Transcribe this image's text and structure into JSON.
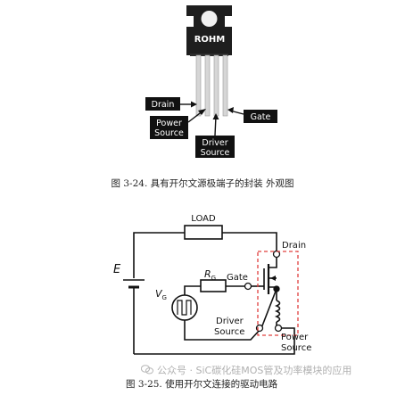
{
  "figure1": {
    "package_logo": "ROHM",
    "pin_labels": {
      "drain": "Drain",
      "power_source": [
        "Power",
        "Source"
      ],
      "driver_source": [
        "Driver",
        "Source"
      ],
      "gate": "Gate"
    },
    "caption": "图 3-24. 具有开尔文源极端子的封装   外观图"
  },
  "figure2": {
    "labels": {
      "load": "LOAD",
      "supply": "E",
      "drain": "Drain",
      "gate": "Gate",
      "gate_resistor": "R",
      "gate_resistor_sub": "G",
      "gate_voltage": "V",
      "gate_voltage_sub": "G",
      "driver_source": [
        "Driver",
        "Source"
      ],
      "power_source": [
        "Power",
        "Source"
      ]
    },
    "caption": "图 3-25. 使用开尔文连接的驱动电路"
  },
  "watermark": "公众号 · SiC碳化硅MOS管及功率模块的应用"
}
